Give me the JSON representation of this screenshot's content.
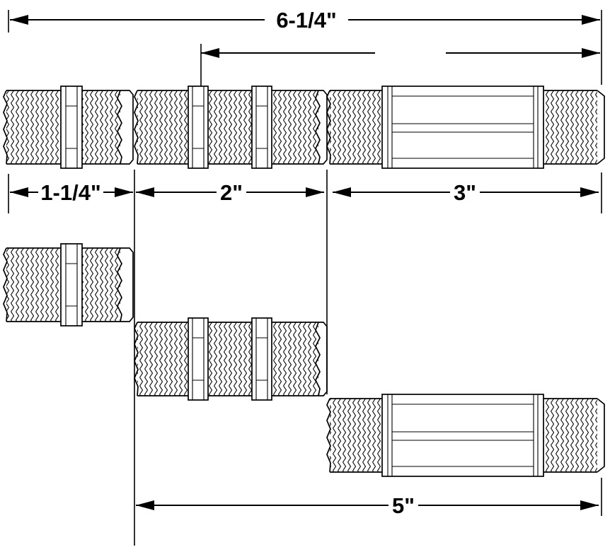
{
  "diagram": {
    "background_color": "#ffffff",
    "line_color": "#000000",
    "dimensions": {
      "overall": {
        "label": "6-1/4\""
      },
      "left_segment": {
        "label": "1-1/4\""
      },
      "middle_segment": {
        "label": "2\""
      },
      "right_segment": {
        "label": "3\""
      },
      "bottom_span": {
        "label": "5\""
      }
    }
  }
}
